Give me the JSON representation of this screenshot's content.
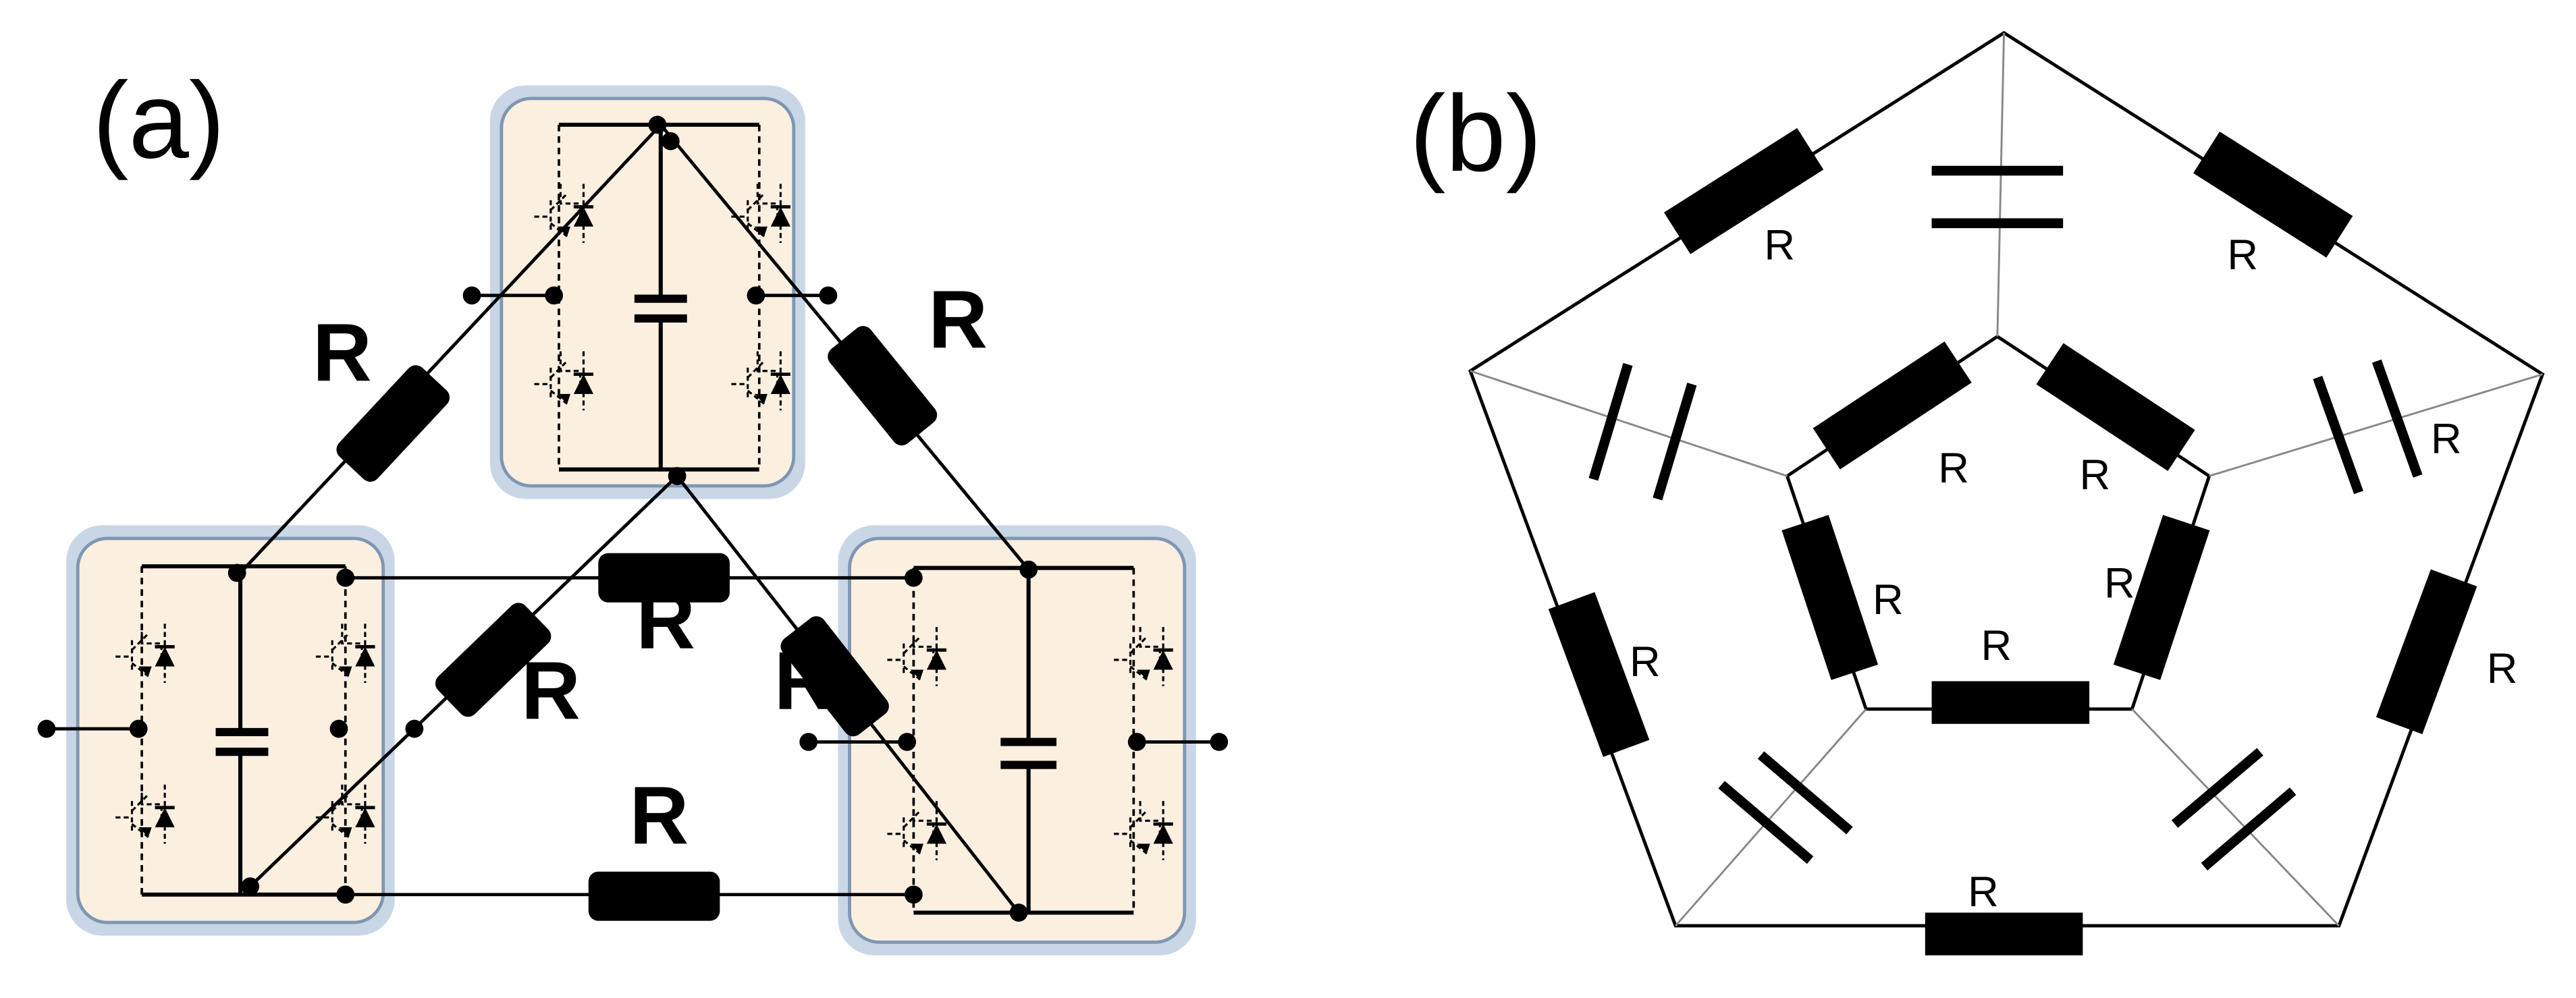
{
  "panels": [
    {
      "id": "a",
      "label": "(a)"
    },
    {
      "id": "b",
      "label": "(b)"
    }
  ],
  "resistor_label": "R",
  "colors": {
    "module_fill": "#fbefe0",
    "module_border": "#7f97b2",
    "wire": "#000000",
    "thin_wire": "#888888"
  },
  "icons": {
    "resistor": "black-rectangle",
    "capacitor": "two-parallel-plates",
    "switch": "igbt-with-antiparallel-diode",
    "junction": "filled-dot"
  }
}
